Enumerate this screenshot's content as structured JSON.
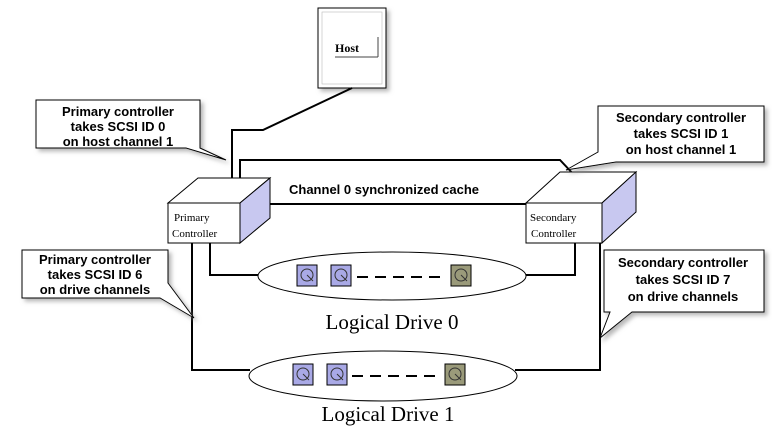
{
  "host": {
    "label": "Host"
  },
  "cache_link": {
    "label": "Channel 0 synchronized cache"
  },
  "controllers": {
    "primary": {
      "line1": "Primary",
      "line2": "Controller"
    },
    "secondary": {
      "line1": "Secondary",
      "line2": "Controller"
    }
  },
  "callouts": {
    "primary_host": [
      "Primary controller",
      "takes SCSI ID 0",
      "on host channel 1"
    ],
    "secondary_host": [
      "Secondary controller",
      "takes SCSI ID 1",
      "on host channel 1"
    ],
    "primary_drive": [
      "Primary controller",
      "takes SCSI ID 6",
      "on drive channels"
    ],
    "secondary_drive": [
      "Secondary controller",
      "takes SCSI ID 7",
      "on drive channels"
    ]
  },
  "logical_drives": [
    {
      "label": "Logical Drive 0"
    },
    {
      "label": "Logical Drive 1"
    }
  ],
  "colors": {
    "box_side": "#c8c8f0",
    "box_front": "#ffffff",
    "disk_blue": "#a9a9e6",
    "disk_olive": "#9a9a7a",
    "line": "#000000"
  },
  "icons": [
    "disk-icon"
  ]
}
